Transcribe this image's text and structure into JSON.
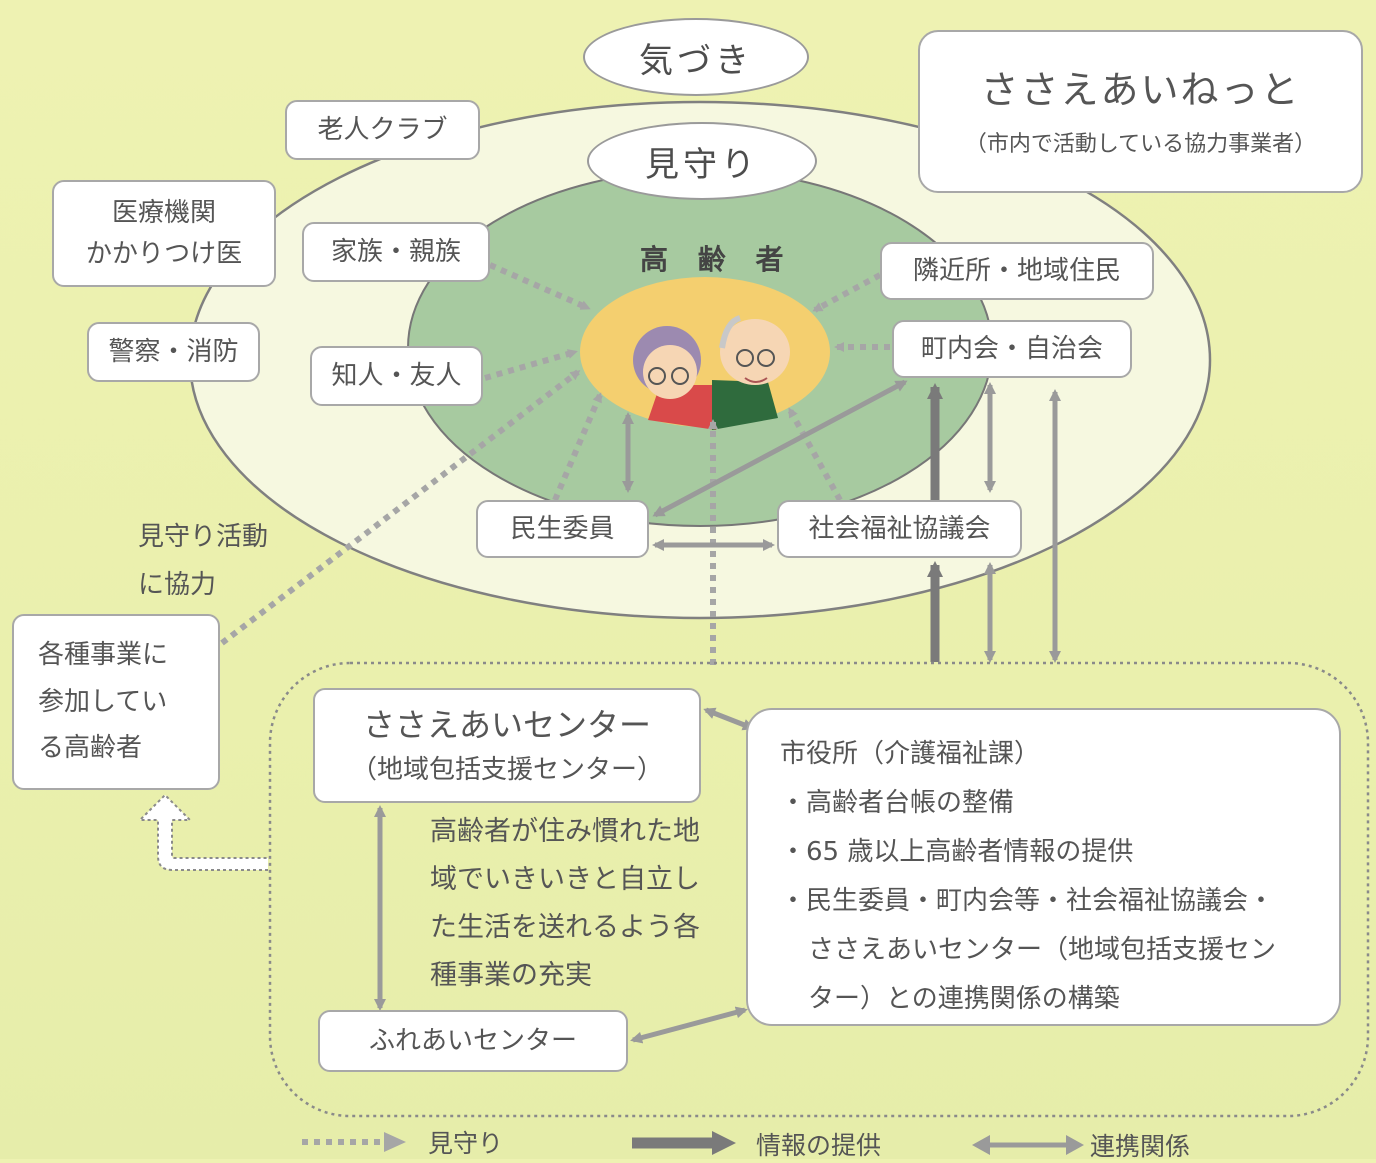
{
  "outer_ring": {
    "top_label": "気づき",
    "mid_label": "見守り"
  },
  "center": {
    "title": "高 齢 者"
  },
  "nodes": {
    "roujin": "老人クラブ",
    "iryou": [
      "医療機関",
      "かかりつけ医"
    ],
    "keisatsu": "警察・消防",
    "kazoku": "家族・親族",
    "chijin": "知人・友人",
    "kinjo": "隣近所・地域住民",
    "chounai": "町内会・自治会",
    "minsei": "民生委員",
    "shakyo": "社会福祉協議会"
  },
  "sasae_net": {
    "logo": "ささえあいねっと",
    "subtitle": "（市内で活動している協力事業者）"
  },
  "side_note": [
    "見守り活動",
    "に協力"
  ],
  "participants": [
    "各種事業に",
    "参加してい",
    "る高齢者"
  ],
  "center_box": {
    "title": "ささえあいセンター",
    "subtitle": "（地域包括支援センター）"
  },
  "center_desc": [
    "高齢者が住み慣れた地",
    "域でいきいきと自立し",
    "た生活を送れるよう各",
    "種事業の充実"
  ],
  "fureai": "ふれあいセンター",
  "city": {
    "title": "市役所（介護福祉課）",
    "items": [
      "・高齢者台帳の整備",
      "・65 歳以上高齢者情報の提供",
      "・民生委員・町内会等・社会福祉協議会・",
      "ささえあいセンター（地域包括支援セン",
      "ター）との連携関係の構築"
    ]
  },
  "legend": {
    "mimamori": "見守り",
    "jouhou": "情報の提供",
    "renkei": "連携関係"
  }
}
